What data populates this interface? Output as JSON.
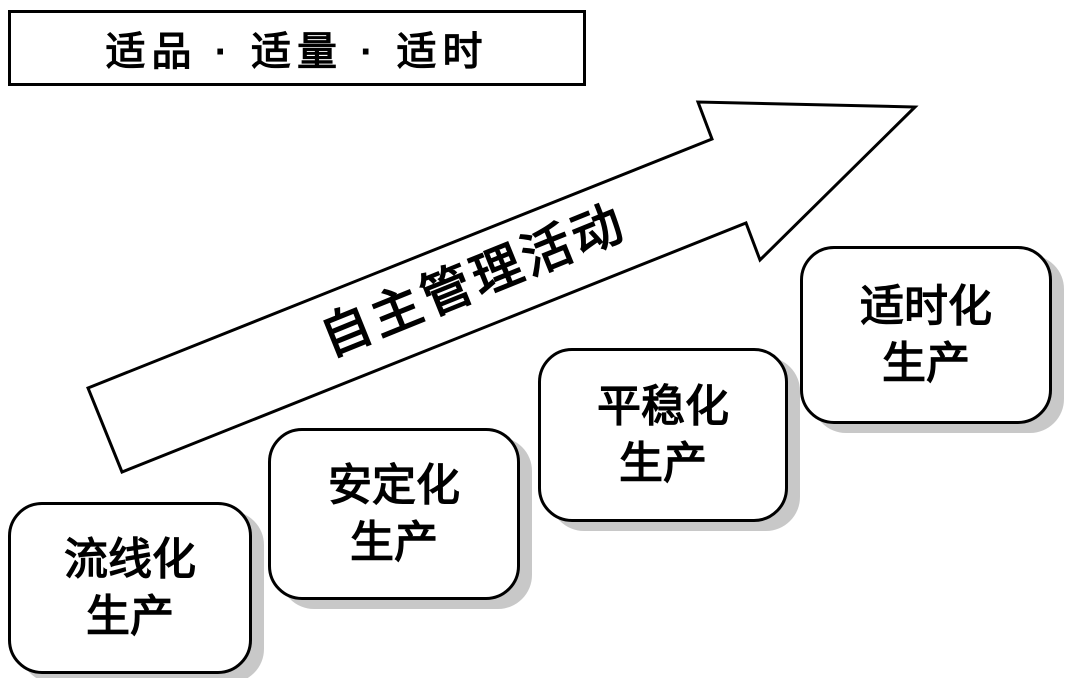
{
  "title": {
    "text": "适品 · 适量 · 适时"
  },
  "arrow": {
    "label": "自主管理活动"
  },
  "steps": [
    {
      "line1": "流线化",
      "line2": "生产"
    },
    {
      "line1": "安定化",
      "line2": "生产"
    },
    {
      "line1": "平稳化",
      "line2": "生产"
    },
    {
      "line1": "适时化",
      "line2": "生产"
    }
  ],
  "colors": {
    "background": "#ffffff",
    "box_fill": "#ffffff",
    "box_border": "#000000",
    "shadow": "#c8c8c8",
    "arrow_fill": "#ffffff",
    "arrow_border": "#000000"
  }
}
